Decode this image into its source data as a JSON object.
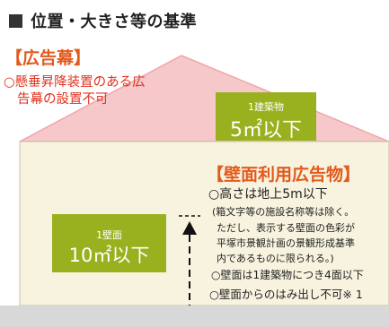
{
  "page": {
    "title": "位置・大きさ等の基準"
  },
  "sign_curtain": {
    "heading": "【広告幕】",
    "note_line1": "○懸垂昇降装置のある広",
    "note_line2": "告幕の設置不可"
  },
  "roof_sign": {
    "caption": "1建築物",
    "value": "5㎡以下"
  },
  "wall_sign": {
    "caption": "1壁面",
    "value": "10㎡以下"
  },
  "wall_rules": {
    "heading": "【壁面利用広告物】",
    "height_rule": "○高さは地上5m以下",
    "detail_line1": "(箱文字等の施設名称等は除く。",
    "detail_line2": "ただし、表示する壁面の色彩が",
    "detail_line3": "平塚市景観計画の景観形成基準",
    "detail_line4": "内であるものに限られる。)",
    "count_rule": "○壁面は1建築物につき4面以下",
    "projection_rule": "○壁面からのはみ出し不可※ 1"
  },
  "colors": {
    "roof": "#f6c8ca",
    "roof_outline": "#f0a6ab",
    "wall": "#f7f3df",
    "wall_outline": "#c8c0a0",
    "sign_green": "#9ab11f",
    "heading_orange": "#e25a1c",
    "note_red": "#e0321e",
    "ground": "#d8d8d8"
  }
}
